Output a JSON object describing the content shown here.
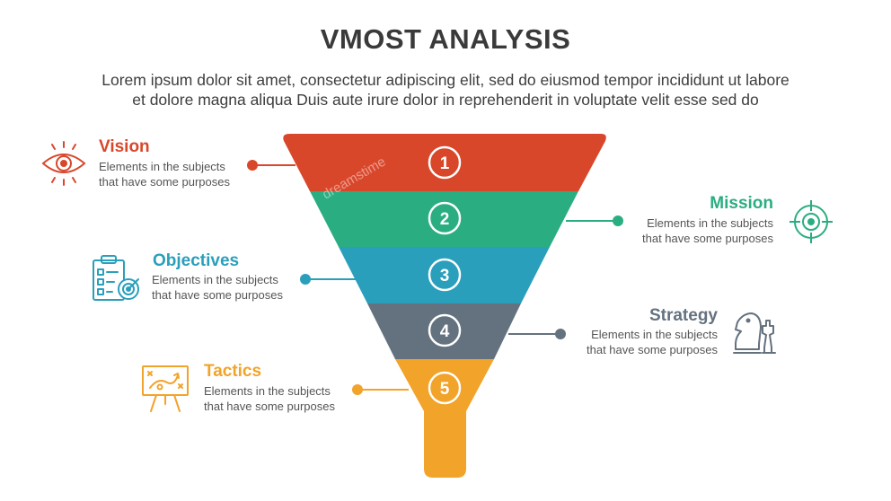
{
  "header": {
    "title": "VMOST ANALYSIS",
    "subtitle_line1": "Lorem ipsum dolor sit amet, consectetur adipiscing elit, sed do eiusmod tempor incididunt ut labore",
    "subtitle_line2": "et dolore magna aliqua Duis aute irure dolor in reprehenderit in voluptate velit esse sed do"
  },
  "steps": [
    {
      "number": "1",
      "title": "Vision",
      "desc_line1": "Elements in the subjects",
      "desc_line2": "that have some purposes",
      "color": "#d9472b",
      "icon": "eye-icon"
    },
    {
      "number": "2",
      "title": "Mission",
      "desc_line1": "Elements in the subjects",
      "desc_line2": "that have some purposes",
      "color": "#2bad82",
      "icon": "target-icon"
    },
    {
      "number": "3",
      "title": "Objectives",
      "desc_line1": "Elements in the subjects",
      "desc_line2": "that have some purposes",
      "color": "#2a9fbc",
      "icon": "checklist-icon"
    },
    {
      "number": "4",
      "title": "Strategy",
      "desc_line1": "Elements in the subjects",
      "desc_line2": "that have some purposes",
      "color": "#64727f",
      "icon": "chess-knight-icon"
    },
    {
      "number": "5",
      "title": "Tactics",
      "desc_line1": "Elements in the subjects",
      "desc_line2": "that have some purposes",
      "color": "#f2a32a",
      "icon": "whiteboard-icon"
    }
  ],
  "watermark": {
    "text": "dreamstime"
  }
}
